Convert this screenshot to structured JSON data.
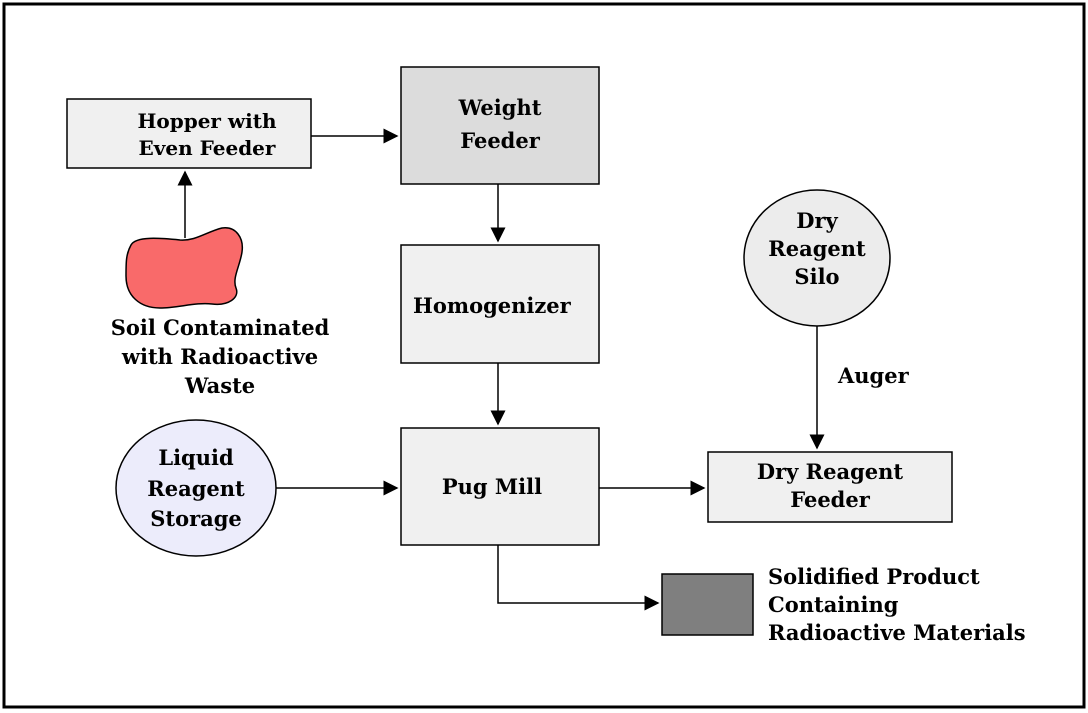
{
  "nodes": {
    "hopper": {
      "line1": "Hopper with",
      "line2": "Even Feeder"
    },
    "weight_feeder": {
      "line1": "Weight",
      "line2": "Feeder"
    },
    "homogenizer": {
      "line1": "Homogenizer"
    },
    "pug_mill": {
      "line1": "Pug Mill"
    },
    "dry_reagent_silo": {
      "line1": "Dry",
      "line2": "Reagent",
      "line3": "Silo"
    },
    "dry_reagent_feeder": {
      "line1": "Dry Reagent",
      "line2": "Feeder"
    },
    "liquid_reagent_storage": {
      "line1": "Liquid",
      "line2": "Reagent",
      "line3": "Storage"
    },
    "soil": {
      "line1": "Soil Contaminated",
      "line2": "with Radioactive",
      "line3": "Waste"
    },
    "product": {
      "line1": "Solidified Product",
      "line2": "Containing",
      "line3": "Radioactive Materials"
    }
  },
  "edges": {
    "auger_label": "Auger"
  },
  "colors": {
    "box_fill": "#f0f0f0",
    "weight_feeder_fill": "#dcdcdc",
    "liquid_storage_fill": "#ececfb",
    "silo_fill": "#ececec",
    "soil_fill": "#f96a6a",
    "product_fill": "#7f7f7f"
  }
}
